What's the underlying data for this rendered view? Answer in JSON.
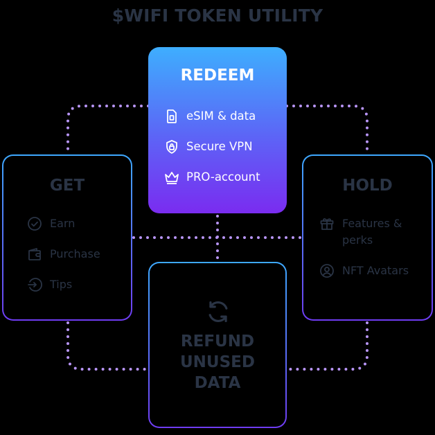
{
  "title": "$WIFI TOKEN UTILITY",
  "colors": {
    "background": "#000000",
    "muted_text": "#2a3445",
    "gradient_top": "#3ea9ff",
    "gradient_bottom": "#6f3cf2",
    "dots": "#b895f7"
  },
  "redeem": {
    "heading": "REDEEM",
    "items": [
      {
        "label": "eSIM & data",
        "icon": "sim-card-icon"
      },
      {
        "label": "Secure VPN",
        "icon": "shield-lock-icon"
      },
      {
        "label": "PRO-account",
        "icon": "crown-icon"
      }
    ]
  },
  "get": {
    "heading": "GET",
    "items": [
      {
        "label": "Earn",
        "icon": "check-circle-icon"
      },
      {
        "label": "Purchase",
        "icon": "wallet-icon"
      },
      {
        "label": "Tips",
        "icon": "arrow-enter-circle-icon"
      }
    ]
  },
  "hold": {
    "heading": "HOLD",
    "items": [
      {
        "label": "Features &",
        "label2": "perks",
        "icon": "gift-icon"
      },
      {
        "label": "NFT Avatars",
        "icon": "user-circle-icon"
      }
    ]
  },
  "refund": {
    "heading_lines": [
      "REFUND",
      "UNUSED",
      "DATA"
    ],
    "icon": "refresh-icon"
  }
}
